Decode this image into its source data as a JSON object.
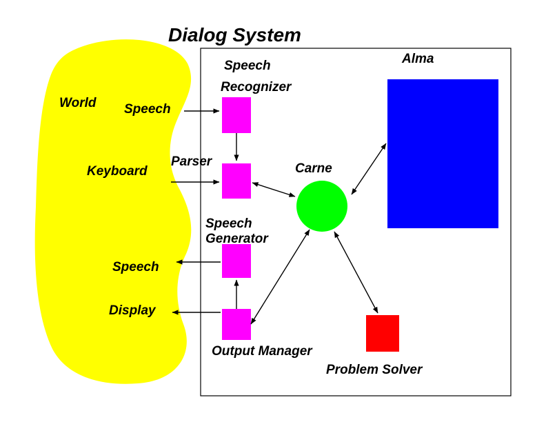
{
  "diagram": {
    "title": "Dialog System",
    "labels": {
      "world": "World",
      "speech_in": "Speech",
      "keyboard": "Keyboard",
      "speech_out": "Speech",
      "display": "Display",
      "speech_recognizer_line1": "Speech",
      "speech_recognizer_line2": "Recognizer",
      "parser": "Parser",
      "speech_generator_line1": "Speech",
      "speech_generator_line2": "Generator",
      "output_manager": "Output Manager",
      "carne": "Carne",
      "alma": "Alma",
      "problem_solver": "Problem Solver"
    },
    "colors": {
      "world": "#ffff00",
      "module": "#ff00ff",
      "carne": "#00ff00",
      "alma": "#0000ff",
      "problem_solver": "#ff0000",
      "frame": "#000000"
    }
  }
}
